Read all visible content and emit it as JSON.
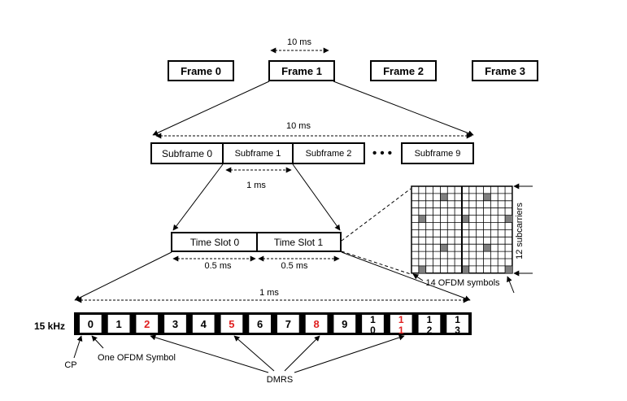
{
  "frames": {
    "labels": [
      "Frame 0",
      "Frame 1",
      "Frame 2",
      "Frame 3"
    ],
    "frame_duration": "10 ms"
  },
  "subframes": {
    "labels": [
      "Subframe 0",
      "Subframe 1",
      "Subframe 2",
      "Subframe 9"
    ],
    "ellipsis": "• • •",
    "total_duration": "10 ms",
    "subframe_duration": "1 ms"
  },
  "slots": {
    "labels": [
      "Time Slot 0",
      "Time Slot 1"
    ],
    "durations": [
      "0.5 ms",
      "0.5 ms"
    ]
  },
  "grid": {
    "subcarriers_label": "12 subcarriers",
    "symbols_label": "14 OFDM symbols",
    "rows": 12,
    "cols": 14,
    "dmrs_color": "#808080"
  },
  "symbols": {
    "spacing_label": "15 kHz",
    "total_duration": "1 ms",
    "items": [
      {
        "top": "0",
        "bottom": "",
        "dmrs": false
      },
      {
        "top": "1",
        "bottom": "",
        "dmrs": false
      },
      {
        "top": "2",
        "bottom": "",
        "dmrs": true
      },
      {
        "top": "3",
        "bottom": "",
        "dmrs": false
      },
      {
        "top": "4",
        "bottom": "",
        "dmrs": false
      },
      {
        "top": "5",
        "bottom": "",
        "dmrs": true
      },
      {
        "top": "6",
        "bottom": "",
        "dmrs": false
      },
      {
        "top": "7",
        "bottom": "",
        "dmrs": false
      },
      {
        "top": "8",
        "bottom": "",
        "dmrs": true
      },
      {
        "top": "9",
        "bottom": "",
        "dmrs": false
      },
      {
        "top": "1",
        "bottom": "0",
        "dmrs": false
      },
      {
        "top": "1",
        "bottom": "1",
        "dmrs": true
      },
      {
        "top": "1",
        "bottom": "2",
        "dmrs": false
      },
      {
        "top": "1",
        "bottom": "3",
        "dmrs": false
      }
    ],
    "dmrs_color": "#e02020"
  },
  "annotations": {
    "cp": "CP",
    "one_symbol": "One OFDM Symbol",
    "dmrs": "DMRS"
  }
}
